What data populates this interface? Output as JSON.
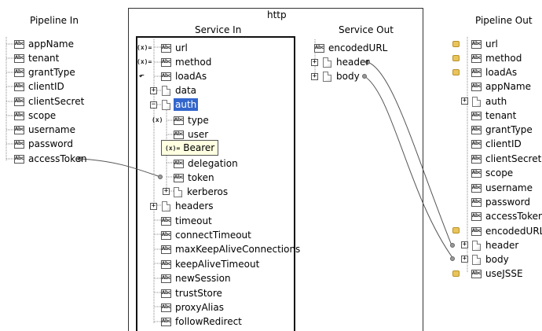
{
  "pipeline_in": {
    "title": "Pipeline In",
    "items": [
      "appName",
      "tenant",
      "grantType",
      "clientID",
      "clientSecret",
      "scope",
      "username",
      "password",
      "accessToken"
    ]
  },
  "http": {
    "title": "http",
    "service_in": {
      "title": "Service In",
      "items": [
        "url",
        "method",
        "loadAs",
        "data",
        "auth",
        "type",
        "user",
        "delegation",
        "token",
        "kerberos",
        "headers",
        "timeout",
        "connectTimeout",
        "maxKeepAliveConnections",
        "keepAliveTimeout",
        "newSession",
        "trustStore",
        "proxyAlias",
        "followRedirect"
      ]
    },
    "service_out": {
      "title": "Service Out",
      "items": [
        "encodedURL",
        "header",
        "body"
      ]
    }
  },
  "tooltip": {
    "icon_text": "(x)=",
    "value": "Bearer"
  },
  "pipeline_out": {
    "title": "Pipeline Out",
    "items": [
      "url",
      "method",
      "loadAs",
      "appName",
      "auth",
      "tenant",
      "grantType",
      "clientID",
      "clientSecret",
      "scope",
      "username",
      "password",
      "accessToken",
      "encodedURL",
      "header",
      "body",
      "useJSSE"
    ]
  },
  "icons": {
    "string_text": "Abc",
    "set_value": "(x)=",
    "copy": "⬐",
    "var": "(x)"
  },
  "colors": {
    "selection": "#3366cc",
    "tooltip_bg": "#ffffe1",
    "lock": "#e9c45a",
    "link_line": "#555555"
  }
}
